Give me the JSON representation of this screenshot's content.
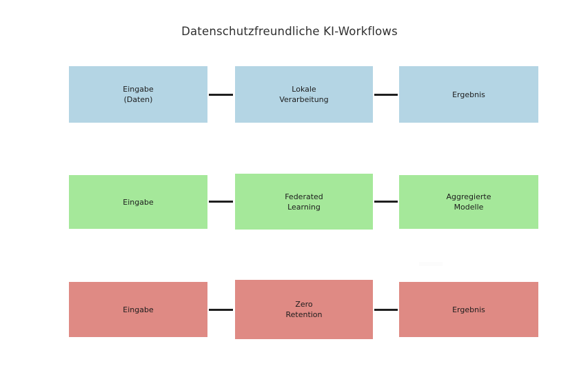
{
  "diagram": {
    "title": "Datenschutzfreundliche KI-Workflows",
    "type": "flowchart",
    "rows": [
      {
        "id": "local",
        "name": "lokale-verarbeitung",
        "color": "#b4d5e4",
        "nodes": [
          {
            "name": "input",
            "label": "Eingabe\n(Daten)"
          },
          {
            "name": "process",
            "label": "Lokale\nVerarbeitung"
          },
          {
            "name": "output",
            "label": "Ergebnis"
          }
        ],
        "connectors": [
          "connector-1",
          "connector-2"
        ]
      },
      {
        "id": "federated",
        "name": "federated-learning",
        "color": "#a5e89a",
        "nodes": [
          {
            "name": "input",
            "label": "Eingabe"
          },
          {
            "name": "process",
            "label": "Federated\nLearning"
          },
          {
            "name": "output",
            "label": "Aggregierte\nModelle"
          }
        ],
        "connectors": [
          "connector-1",
          "connector-2"
        ]
      },
      {
        "id": "zero",
        "name": "zero-retention",
        "color": "#df8a84",
        "nodes": [
          {
            "name": "input",
            "label": "Eingabe"
          },
          {
            "name": "process",
            "label": "Zero\nRetention"
          },
          {
            "name": "output",
            "label": "Ergebnis"
          }
        ],
        "connectors": [
          "connector-1",
          "connector-2"
        ]
      }
    ],
    "colors": {
      "background": "#ffffff",
      "title_text": "#2f2f2f",
      "node_text": "#1c1c1c",
      "connector": "#1f1f1f",
      "row_local": "#b4d5e4",
      "row_federated": "#a5e89a",
      "row_zero": "#df8a84"
    }
  }
}
